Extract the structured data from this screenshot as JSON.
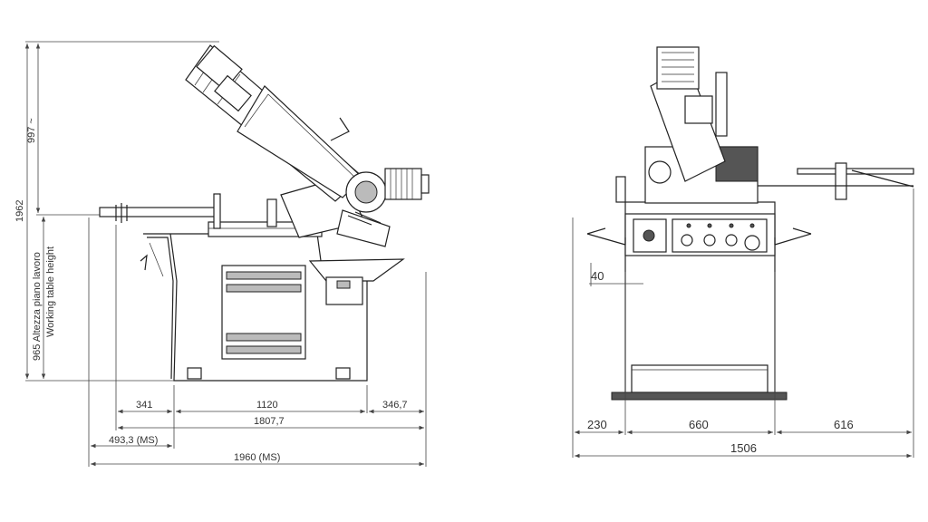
{
  "side_view": {
    "dims": {
      "total_height": "1962",
      "upper_height": "997 ~",
      "table_height_it": "965 Altezza piano lavoro",
      "table_height_en": "Working table height",
      "d341": "341",
      "d1120": "1120",
      "d346": "346,7",
      "d1807": "1807,7",
      "d493": "493,3 (MS)",
      "d1960": "1960 (MS)"
    }
  },
  "front_view": {
    "dims": {
      "d40": "40",
      "d230": "230",
      "d660": "660",
      "d616": "616",
      "d1506": "1506"
    }
  },
  "colors": {
    "line": "#222222",
    "panel_fill": "#bbbbbb",
    "base_fill": "#555555"
  }
}
